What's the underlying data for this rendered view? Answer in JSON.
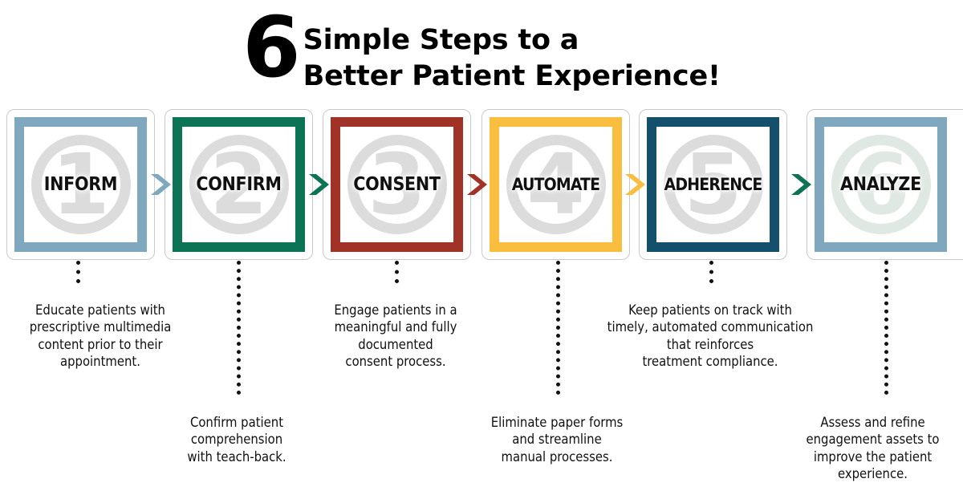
{
  "title": {
    "numeral": "6",
    "line1": "Simple Steps to a",
    "line2": "Better Patient Experience!"
  },
  "colors": {
    "step1": "#7FA8BE",
    "step2": "#0C7355",
    "step3": "#A03227",
    "step4": "#F9BE3F",
    "step5": "#14506B",
    "step6": "#7FA8BE",
    "watermark": "#DCDCDC",
    "watermark_step6": "#DFE8E2",
    "outline": "#C9C9C9",
    "text": "#111111"
  },
  "steps": [
    {
      "number": "1",
      "label": "INFORM",
      "color": "#7FA8BE",
      "arrow_color": "#7FA8BE",
      "caption": "Educate patients with prescriptive multimedia content prior to their appointment.",
      "caption_lines": [
        "Educate patients with",
        "prescriptive multimedia",
        "content prior to their",
        "appointment."
      ],
      "caption_position": "upper"
    },
    {
      "number": "2",
      "label": "CONFIRM",
      "color": "#0C7355",
      "arrow_color": "#0C7355",
      "caption": "Confirm patient comprehension with teach-back.",
      "caption_lines": [
        "Confirm patient",
        "comprehension",
        "with teach-back."
      ],
      "caption_position": "lower"
    },
    {
      "number": "3",
      "label": "CONSENT",
      "color": "#A03227",
      "arrow_color": "#A03227",
      "caption": "Engage patients in a meaningful and fully documented consent process.",
      "caption_lines": [
        "Engage patients in a",
        "meaningful and fully",
        "documented",
        "consent process."
      ],
      "caption_position": "upper"
    },
    {
      "number": "4",
      "label": "AUTOMATE",
      "color": "#F9BE3F",
      "arrow_color": "#F9BE3F",
      "caption": "Eliminate paper forms and streamline manual processes.",
      "caption_lines": [
        "Eliminate paper forms",
        "and streamline",
        "manual processes."
      ],
      "caption_position": "lower"
    },
    {
      "number": "5",
      "label": "ADHERENCE",
      "color": "#14506B",
      "arrow_color": "#0C7355",
      "caption": "Keep patients on track with timely, automated communication that reinforces treatment compliance.",
      "caption_lines": [
        "Keep patients on track with",
        "timely, automated communication",
        "that reinforces",
        "treatment compliance."
      ],
      "caption_position": "upper"
    },
    {
      "number": "6",
      "label": "ANALYZE",
      "color": "#7FA8BE",
      "arrow_color": "",
      "caption": "Assess and refine engagement assets to improve the patient experience.",
      "caption_lines": [
        "Assess and refine",
        "engagement assets to",
        "improve the patient",
        "experience."
      ],
      "caption_position": "lower"
    }
  ]
}
